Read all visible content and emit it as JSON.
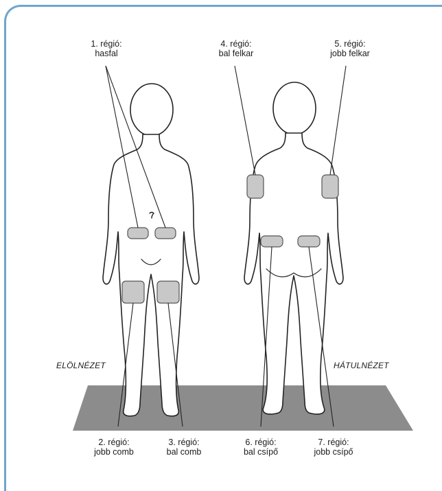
{
  "colors": {
    "frame_border": "#6fa6cb",
    "floor": "#8c8c8c",
    "injection_site_fill": "#c8c8c8",
    "outline": "#222222"
  },
  "regions": [
    {
      "id": "r1",
      "line1": "1. régió:",
      "line2": "hasfal"
    },
    {
      "id": "r2",
      "line1": "2. régió:",
      "line2": "jobb comb"
    },
    {
      "id": "r3",
      "line1": "3. régió:",
      "line2": "bal comb"
    },
    {
      "id": "r4",
      "line1": "4. régió:",
      "line2": "bal felkar"
    },
    {
      "id": "r5",
      "line1": "5. régió:",
      "line2": "jobb felkar"
    },
    {
      "id": "r6",
      "line1": "6. régió:",
      "line2": "bal csípő"
    },
    {
      "id": "r7",
      "line1": "7. régió:",
      "line2": "jobb csípő"
    }
  ],
  "views": {
    "front": "ELÖLNÉZET",
    "back": "HÁTULNÉZET"
  }
}
